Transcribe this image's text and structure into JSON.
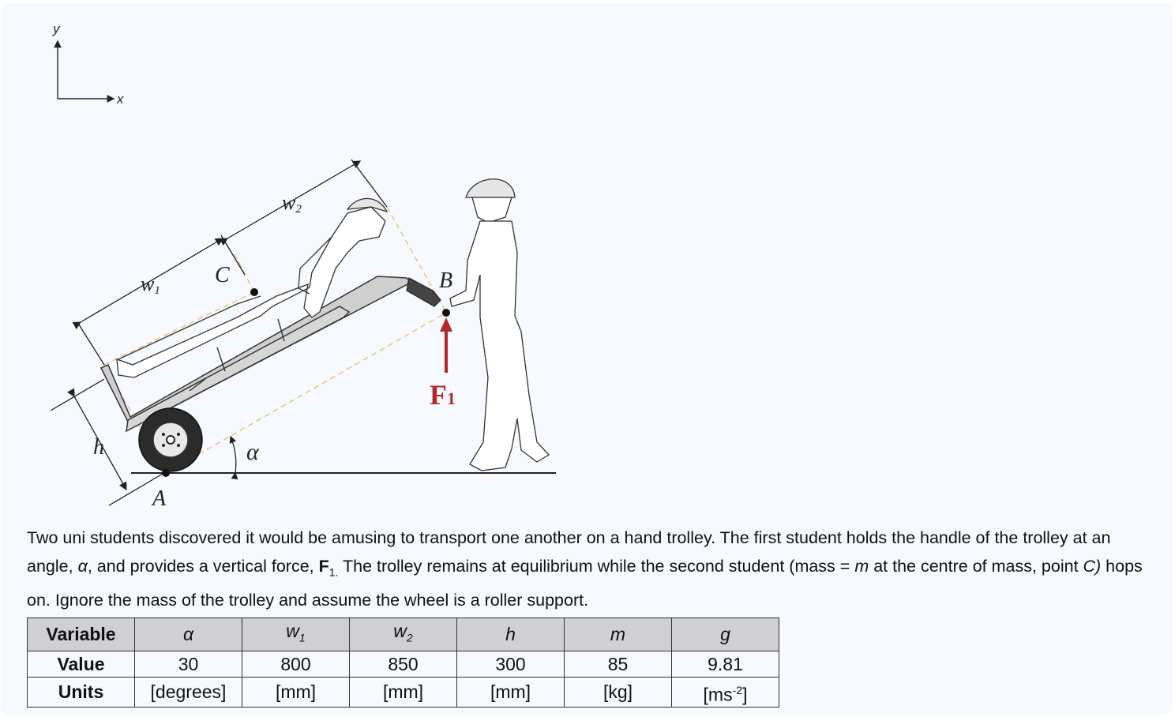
{
  "figure": {
    "axis_labels": {
      "y": "y",
      "x": "x"
    },
    "point_labels": {
      "A": "A",
      "B": "B",
      "C": "C"
    },
    "dimension_labels": {
      "w1": "w",
      "w1_sub": "1",
      "w2": "w",
      "w2_sub": "2",
      "h": "h",
      "alpha": "α"
    },
    "force_label": {
      "main": "F",
      "sub": "1"
    },
    "colors": {
      "force": "#b3282d",
      "dashed": "#f0b870",
      "trolley": "#c8c8c8",
      "outline": "#222222",
      "panel": "#f6f9fd"
    }
  },
  "description": {
    "part1": "Two uni students discovered it would be amusing to transport one another on a hand trolley. The first student holds the handle of the trolley at an angle, ",
    "alpha": "α",
    "part2": ", and provides a vertical force, ",
    "force": "F",
    "force_sub": "1.",
    "part3": " The trolley remains at equilibrium while the second student (mass = ",
    "mass": "m",
    "part4": " at the centre of mass, point ",
    "point": "C)",
    "part5": " hops on. Ignore the mass of the trolley and assume the wheel is a roller support."
  },
  "table": {
    "row_labels": [
      "Variable",
      "Value",
      "Units"
    ],
    "columns": [
      {
        "variable": "α",
        "sub": "",
        "value": "30",
        "unit": "[degrees]",
        "unit_sup": "",
        "unit_end": ""
      },
      {
        "variable": "w",
        "sub": "1",
        "value": "800",
        "unit": "[mm]",
        "unit_sup": "",
        "unit_end": ""
      },
      {
        "variable": "w",
        "sub": "2",
        "value": "850",
        "unit": "[mm]",
        "unit_sup": "",
        "unit_end": ""
      },
      {
        "variable": "h",
        "sub": "",
        "value": "300",
        "unit": "[mm]",
        "unit_sup": "",
        "unit_end": ""
      },
      {
        "variable": "m",
        "sub": "",
        "value": "85",
        "unit": "[kg]",
        "unit_sup": "",
        "unit_end": ""
      },
      {
        "variable": "g",
        "sub": "",
        "value": "9.81",
        "unit": "[ms",
        "unit_sup": "-2",
        "unit_end": "]"
      }
    ]
  }
}
